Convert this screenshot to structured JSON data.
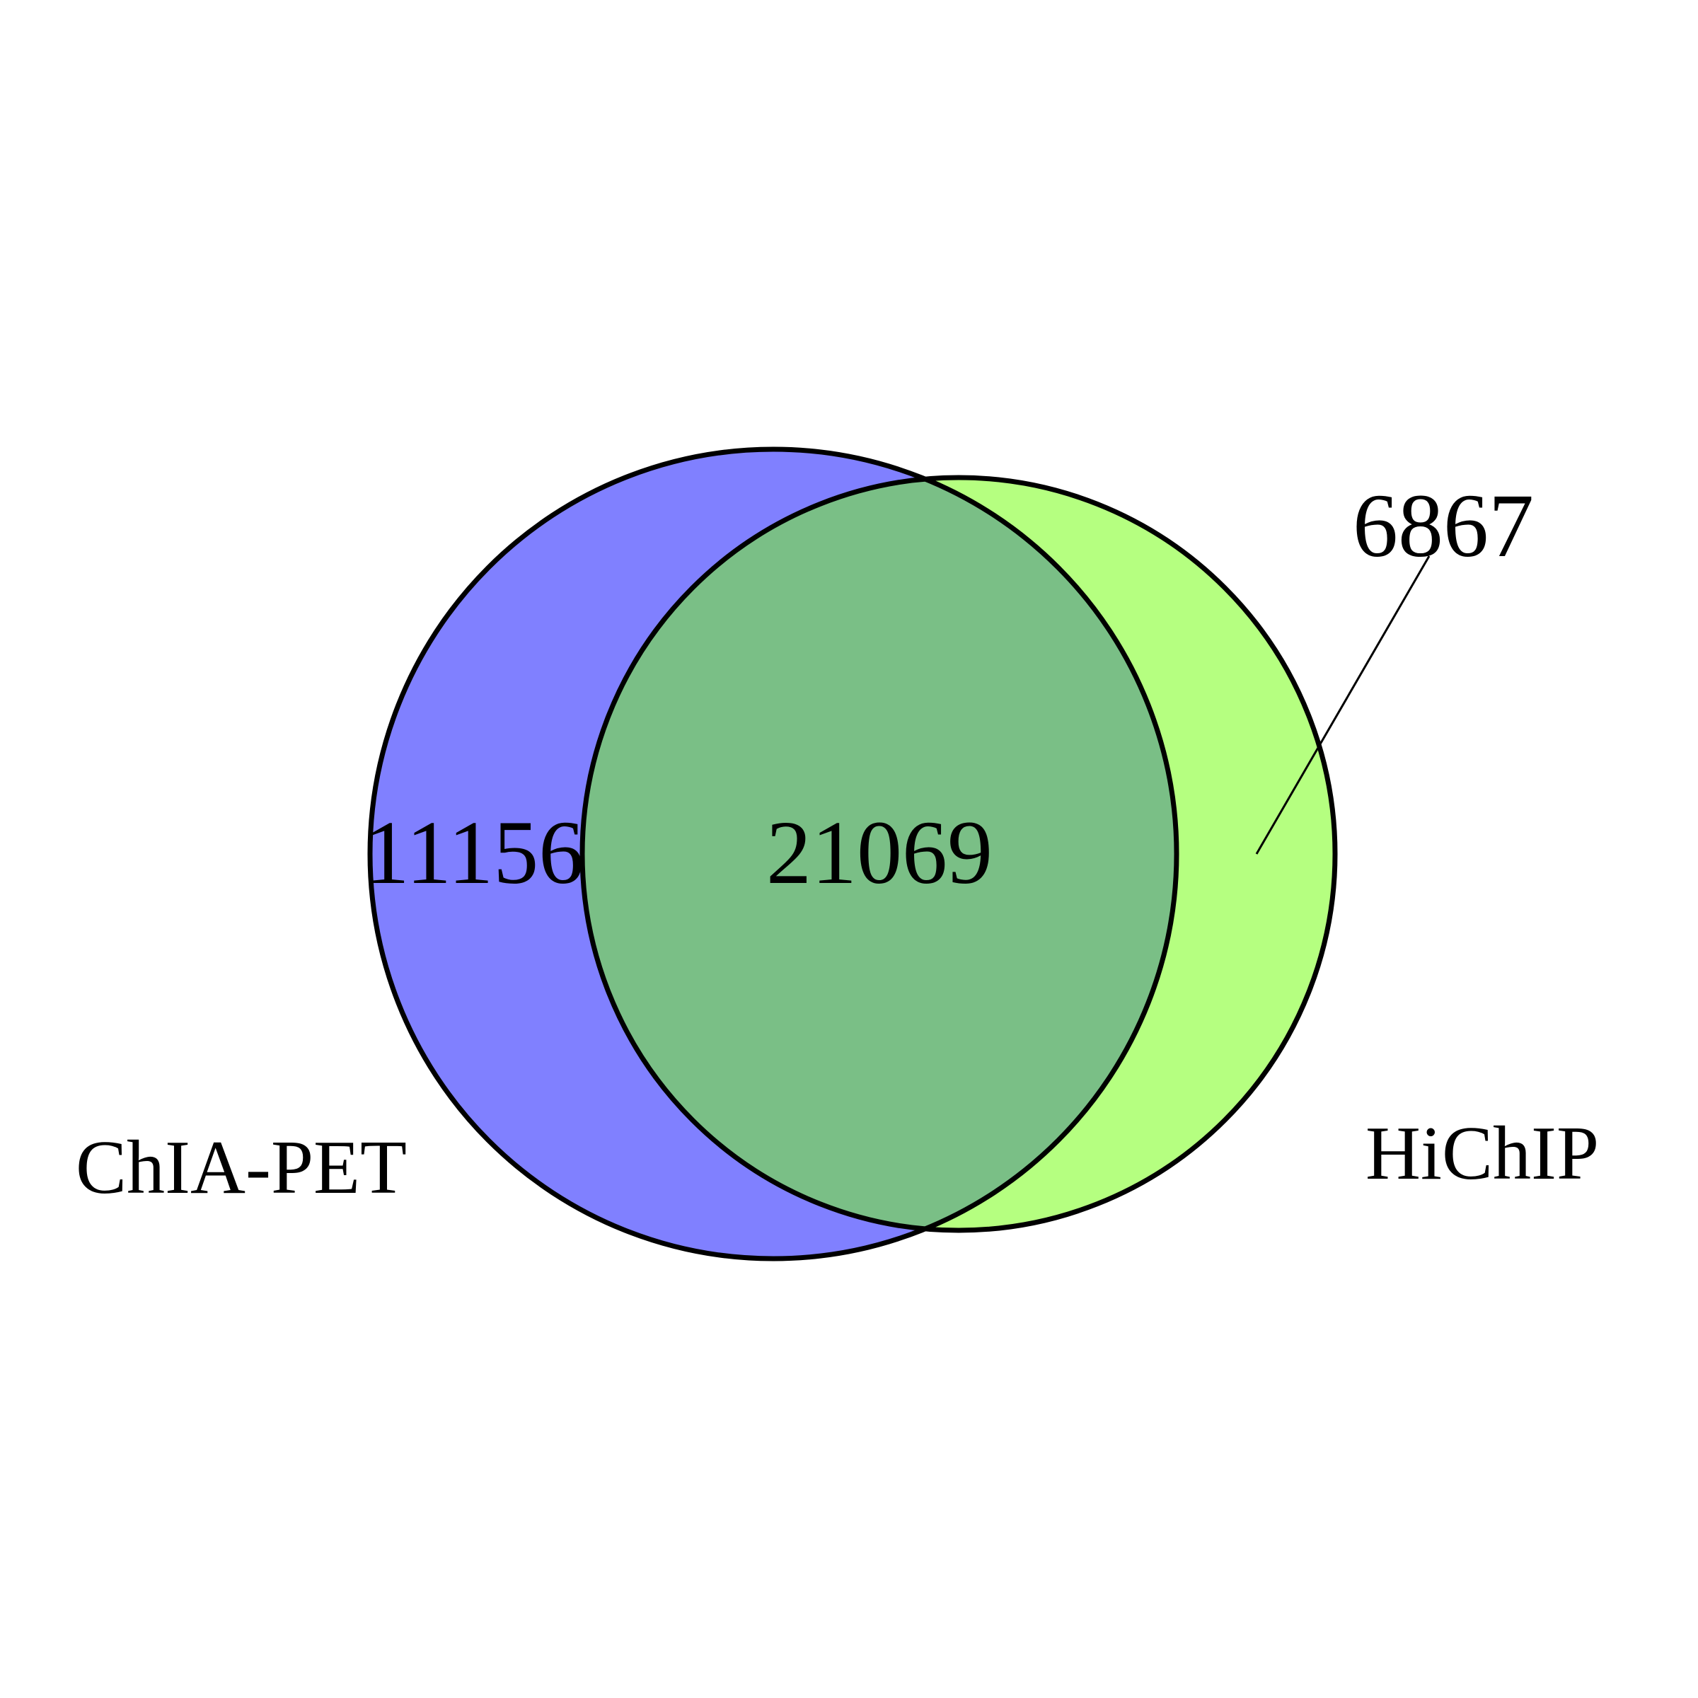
{
  "sets": [
    {
      "name": "ChIA-PET",
      "color": "#8080ff"
    },
    {
      "name": "HiChIP",
      "color": "#b5ff80"
    }
  ],
  "overlap_color": "#7abf86",
  "counts": {
    "chia_pet_only": "11156",
    "intersection": "21069",
    "hichip_only": "6867"
  }
}
